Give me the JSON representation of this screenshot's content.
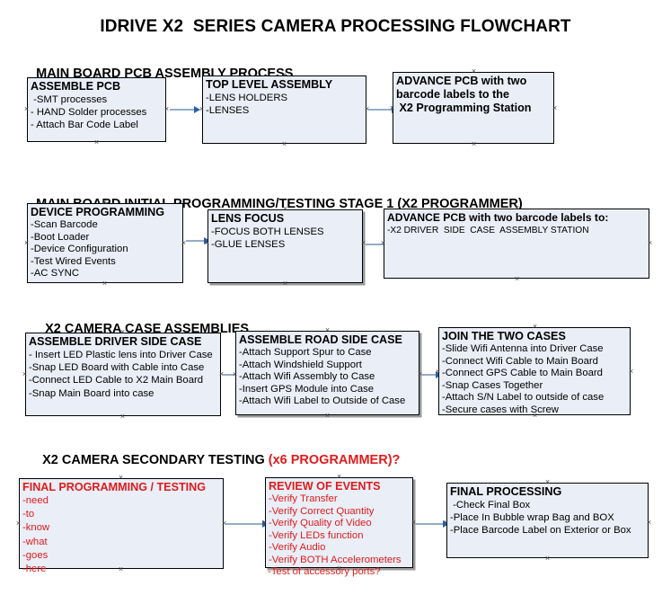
{
  "title": "IDRIVE X2  SERIES CAMERA PROCESSING FLOWCHART",
  "colors": {
    "box_fill": "#e9eef7",
    "box_border": "#000000",
    "arrow_shaft": "#93adc6",
    "arrow_head": "#2b5ea8",
    "accent_red": "#e01b1b",
    "text": "#000000"
  },
  "sections": [
    {
      "heading": "MAIN BOARD PCB ASSEMBLY PROCESS",
      "heading_accent": ""
    },
    {
      "heading": "MAIN BOARD INITIAL PROGRAMMING/TESTING STAGE 1 (X2 PROGRAMMER)",
      "heading_accent": ""
    },
    {
      "heading": "X2 CAMERA CASE ASSEMBLIES",
      "heading_accent": ""
    },
    {
      "heading": "X2 CAMERA SECONDARY TESTING ",
      "heading_accent": "(x6 PROGRAMMER)?"
    }
  ],
  "nodes": {
    "assemble_pcb": {
      "title": "ASSEMBLE PCB",
      "lines": [
        " -SMT processes",
        "- HAND Solder processes",
        "- Attach Bar Code Label"
      ]
    },
    "top_level_assembly": {
      "title": "TOP LEVEL ASSEMBLY",
      "lines": [
        "-LENS HOLDERS",
        "-LENSES"
      ]
    },
    "advance_pcb_station": {
      "title": "ADVANCE PCB with two",
      "lines": [
        "barcode labels to the",
        " X2 Programming Station"
      ]
    },
    "device_programming": {
      "title": "DEVICE PROGRAMMING",
      "lines": [
        "-Scan Barcode",
        "-Boot Loader",
        "-Device Configuration",
        "-Test Wired Events",
        "-AC SYNC"
      ]
    },
    "lens_focus": {
      "title": "LENS FOCUS",
      "lines": [
        "-FOCUS BOTH LENSES",
        "-GLUE LENSES"
      ]
    },
    "advance_pcb_driver_side": {
      "title": "ADVANCE PCB with two barcode labels to:",
      "lines": [
        "-X2 DRIVER  SIDE  CASE  ASSEMBLY STATION"
      ]
    },
    "assemble_driver_side_case": {
      "title": "ASSEMBLE DRIVER SIDE CASE",
      "lines": [
        "- Insert LED Plastic lens into Driver Case",
        "-Snap LED Board with Cable into Case",
        "-Connect LED Cable to X2 Main Board",
        "-Snap Main Board into case"
      ]
    },
    "assemble_road_side_case": {
      "title": "ASSEMBLE ROAD SIDE CASE",
      "lines": [
        "-Attach Support Spur to Case",
        "-Attach Windshield Support",
        "-Attach Wifi Assembly to Case",
        "-Insert GPS Module into Case",
        "-Attach Wifi Label to Outside of Case"
      ]
    },
    "join_the_two_cases": {
      "title": "JOIN THE TWO CASES",
      "lines": [
        "-Slide Wifi Antenna into Driver Case",
        "-Connect Wifi Cable to Main Board",
        "-Connect GPS Cable to Main Board",
        "-Snap Cases Together",
        "-Attach S/N Label to outside of case",
        "-Secure cases with Screw"
      ]
    },
    "final_programming_testing": {
      "title": "FINAL PROGRAMMING / TESTING",
      "lines": [
        "-need",
        "-to",
        "-know",
        "-what",
        "-goes",
        "-here"
      ]
    },
    "review_of_events": {
      "title": "REVIEW OF EVENTS",
      "lines": [
        "-Verify Transfer",
        "-Verify Correct Quantity",
        "-Verify Quality of Video",
        "-Verify LEDs function",
        "-Verify Audio",
        "-Verify BOTH Accelerometers"
      ],
      "overflow_line": "-Test of accessory ports?"
    },
    "final_processing": {
      "title": "FINAL PROCESSING",
      "lines": [
        " -Check Final Box",
        "-Place In Bubble wrap Bag and BOX",
        "-Place Barcode Label on Exterior or Box"
      ]
    }
  }
}
